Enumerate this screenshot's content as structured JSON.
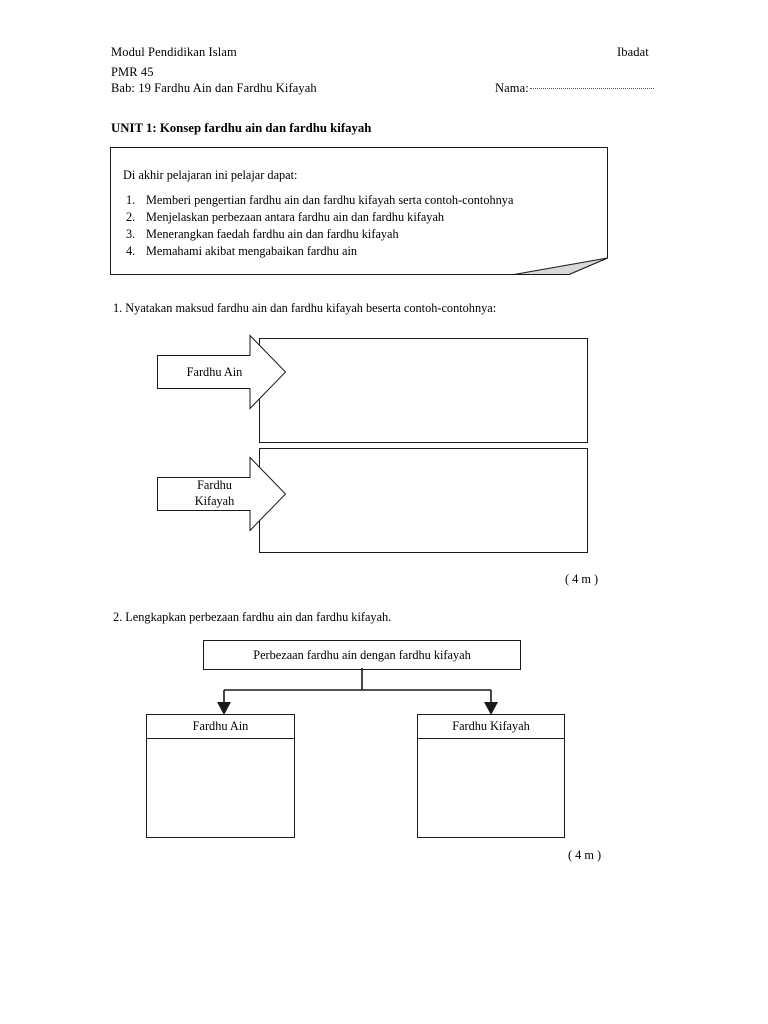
{
  "header": {
    "module": "Modul Pendidikan Islam",
    "subject": "Ibadat",
    "code": "PMR 45",
    "chapter": "Bab: 19 Fardhu Ain dan Fardhu Kifayah",
    "name_label": "Nama:"
  },
  "unit": {
    "title": "UNIT 1: Konsep fardhu ain dan fardhu kifayah"
  },
  "objectives": {
    "intro": "Di akhir pelajaran ini pelajar dapat:",
    "items": [
      {
        "num": "1.",
        "text": "Memberi pengertian fardhu ain dan fardhu kifayah serta contoh-contohnya"
      },
      {
        "num": "2.",
        "text": "Menjelaskan perbezaan antara fardhu ain dan fardhu kifayah"
      },
      {
        "num": "3.",
        "text": "Menerangkan faedah fardhu ain dan fardhu kifayah"
      },
      {
        "num": "4.",
        "text": "Memahami akibat mengabaikan fardhu ain"
      }
    ]
  },
  "question1": {
    "text": "1. Nyatakan maksud fardhu ain dan fardhu kifayah beserta contoh-contohnya:",
    "arrow1_label": "Fardhu Ain",
    "arrow2_label_line1": "Fardhu",
    "arrow2_label_line2": "Kifayah",
    "answer1": "",
    "answer2": "",
    "marks": "( 4 m )"
  },
  "question2": {
    "text": "2. Lengkapkan perbezaan fardhu ain dan fardhu kifayah.",
    "head_label": "Perbezaan fardhu ain dengan fardhu kifayah",
    "left_label": "Fardhu Ain",
    "right_label": "Fardhu Kifayah",
    "left_answer": "",
    "right_answer": "",
    "marks": "( 4 m )"
  },
  "colors": {
    "ink": "#1a1a1a",
    "fold_fill": "#d9d9d9",
    "paper": "#ffffff"
  }
}
